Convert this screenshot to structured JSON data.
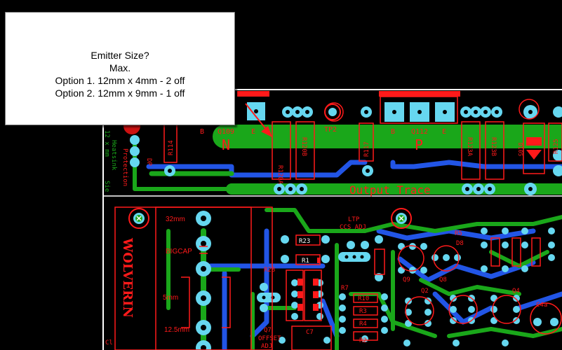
{
  "colors": {
    "background": "#000000",
    "silkscreen": "#ff1a1a",
    "top_copper": "#1aa71a",
    "bottom_copper": "#2255e6",
    "pad": "#66d7f0",
    "hole": "#000000",
    "board_edge": "#ffffff",
    "callout_bg": "#ffffff",
    "callout_text": "#000000"
  },
  "callout": {
    "line1": "Emitter Size?",
    "line2": "Max.",
    "line3": "Option 1. 12mm x 4mm - 2 off",
    "line4": "Option 2. 12mm x 9mm - 1 off"
  },
  "silkscreen": {
    "q109": "Q109",
    "q109_b": "B",
    "q109_e": "E",
    "q109_type": "N",
    "tp2": "TP2",
    "q112": "Q112",
    "q112_b": "B",
    "q112_e": "E",
    "q112_type": "P",
    "output_trace": "Output Trace",
    "r114": "R114",
    "r120a": "R120A",
    "r120b": "R120B",
    "r117": "R117",
    "r123a": "R123A",
    "r123b": "R123B",
    "d105": "D105",
    "r125": "R125",
    "protection": "Protection",
    "heatsink": "Heatsink",
    "size": "12 x mm",
    "sie": "Sie",
    "brand": "WOLVERIN",
    "dim_32mm": "32mm",
    "bigcap": "BIGCAP",
    "dim_5mm": "5mm",
    "dim_12_5mm": "12.5mm",
    "ltp": "LTP",
    "ccs_adj": "CCS ADJ",
    "r23": "R23",
    "r1": "R1",
    "r28": "R28",
    "q7": "Q7",
    "offset": "OFFSET",
    "adj": "ADJ",
    "c7": "C7",
    "r5": "R5",
    "d8": "D8",
    "q9": "Q9",
    "q8": "Q8",
    "q2": "Q2",
    "q4": "Q4",
    "c4a": "C4a",
    "r10": "R10",
    "r3": "R3",
    "r4": "R4",
    "r2": "R2",
    "cl": "Cl"
  }
}
